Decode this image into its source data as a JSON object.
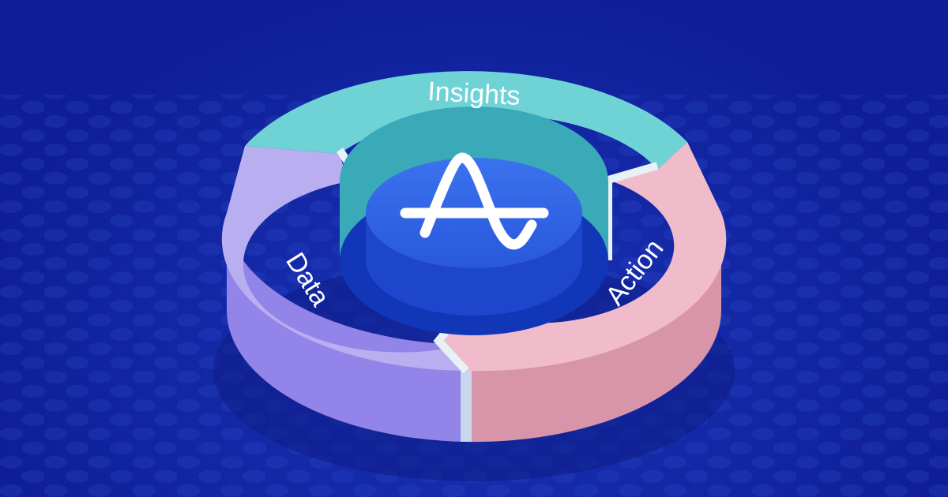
{
  "diagram": {
    "type": "isometric-cycle-ring",
    "segments": [
      {
        "label": "Insights",
        "color": "#6fd3d6",
        "side_color": "#45bcc4"
      },
      {
        "label": "Action",
        "color": "#f0bccb",
        "side_color": "#d894a8"
      },
      {
        "label": "Data",
        "color": "#b9aef0",
        "side_color": "#9284e8"
      }
    ],
    "center_icon": "amplitude-wave-logo-icon",
    "center_color": "#2f63e6",
    "background_color": "#1429a8"
  }
}
